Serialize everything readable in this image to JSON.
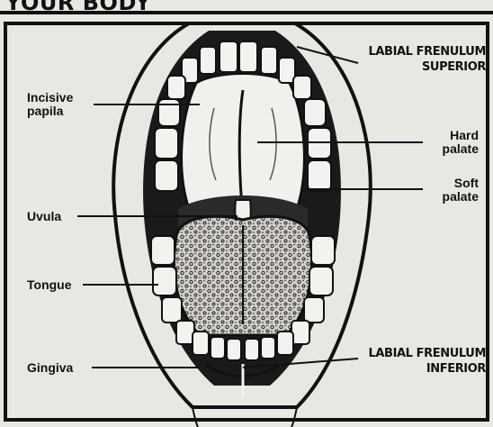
{
  "header": {
    "text": "YOUR BODY"
  },
  "labels": {
    "labial_frenulum_superior": {
      "line1": "LABIAL FRENULUM",
      "line2": "SUPERIOR"
    },
    "incisive_papilla": {
      "line1": "Incisive",
      "line2": "papila"
    },
    "hard_palate": {
      "line1": "Hard",
      "line2": "palate"
    },
    "soft_palate": {
      "line1": "Soft",
      "line2": "palate"
    },
    "uvula": {
      "text": "Uvula"
    },
    "tongue": {
      "text": "Tongue"
    },
    "gingiva": {
      "text": "Gingiva"
    },
    "labial_frenulum_inferior": {
      "line1": "LABIAL FRENULUM",
      "line2": "INFERIOR"
    }
  },
  "colors": {
    "ink": "#111111",
    "paper": "#e9e7e2",
    "tongue": "#c9c6bf"
  }
}
